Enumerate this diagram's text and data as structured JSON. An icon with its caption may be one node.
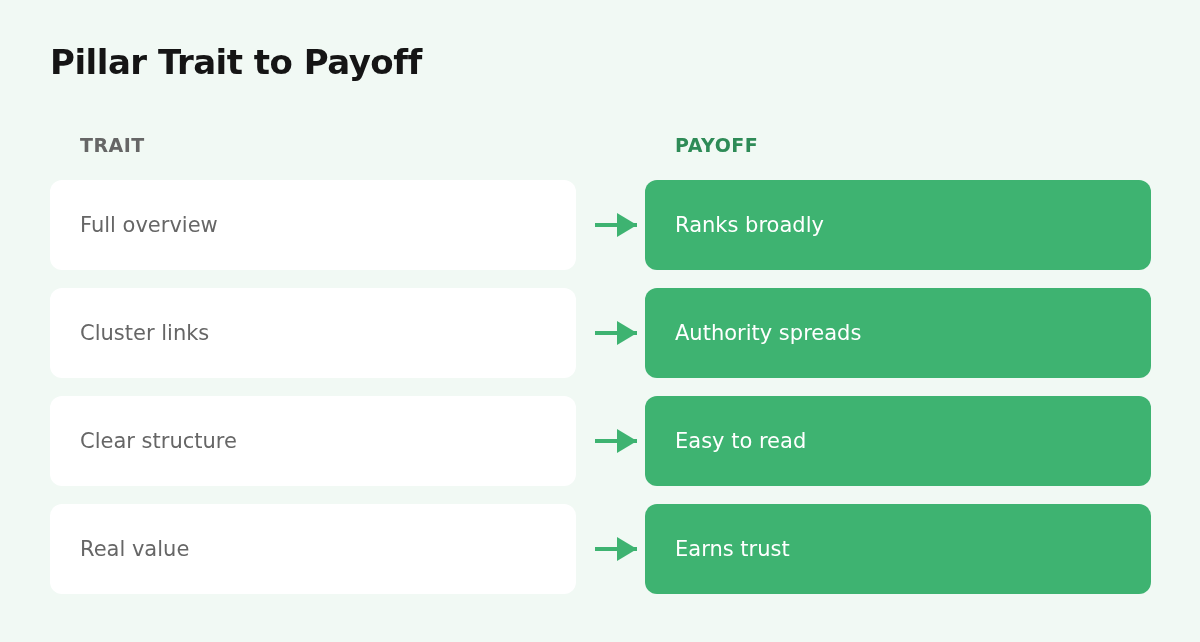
{
  "diagram": {
    "title": "Pillar Trait to Payoff",
    "nodes": [
      {
        "text": [
          "Full overview"
        ]
      },
      {
        "text": [
          "Ranks broadly"
        ]
      },
      {
        "text": [
          "Cluster links"
        ]
      },
      {
        "text": [
          "Authority spreads"
        ]
      },
      {
        "text": [
          "Clear structure"
        ]
      },
      {
        "text": [
          "Easy to read"
        ]
      },
      {
        "text": [
          "Real value"
        ]
      },
      {
        "text": [
          "Earns trust"
        ]
      }
    ],
    "edges": [
      {
        "from": 0,
        "to": 1,
        "arrow": "to"
      },
      {
        "from": 2,
        "to": 3,
        "arrow": "to"
      },
      {
        "from": 4,
        "to": 5,
        "arrow": "to"
      },
      {
        "from": 6,
        "to": 7,
        "arrow": "to"
      }
    ],
    "labels": [
      "TRAIT",
      "PAYOFF"
    ]
  }
}
